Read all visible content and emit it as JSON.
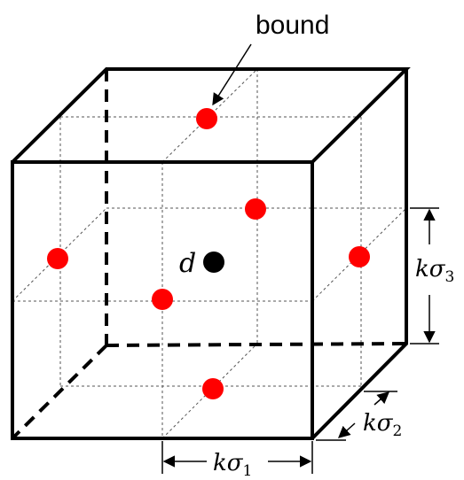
{
  "labels": {
    "bound": "bound",
    "center": "d",
    "dim1_k": "kσ",
    "dim1_sub": "1",
    "dim2_k": "kσ",
    "dim2_sub": "2",
    "dim3_k": "kσ",
    "dim3_sub": "3"
  },
  "colors": {
    "bound_point": "#ff0000",
    "center_point": "#000000",
    "edge": "#000000",
    "guide": "#555555"
  }
}
